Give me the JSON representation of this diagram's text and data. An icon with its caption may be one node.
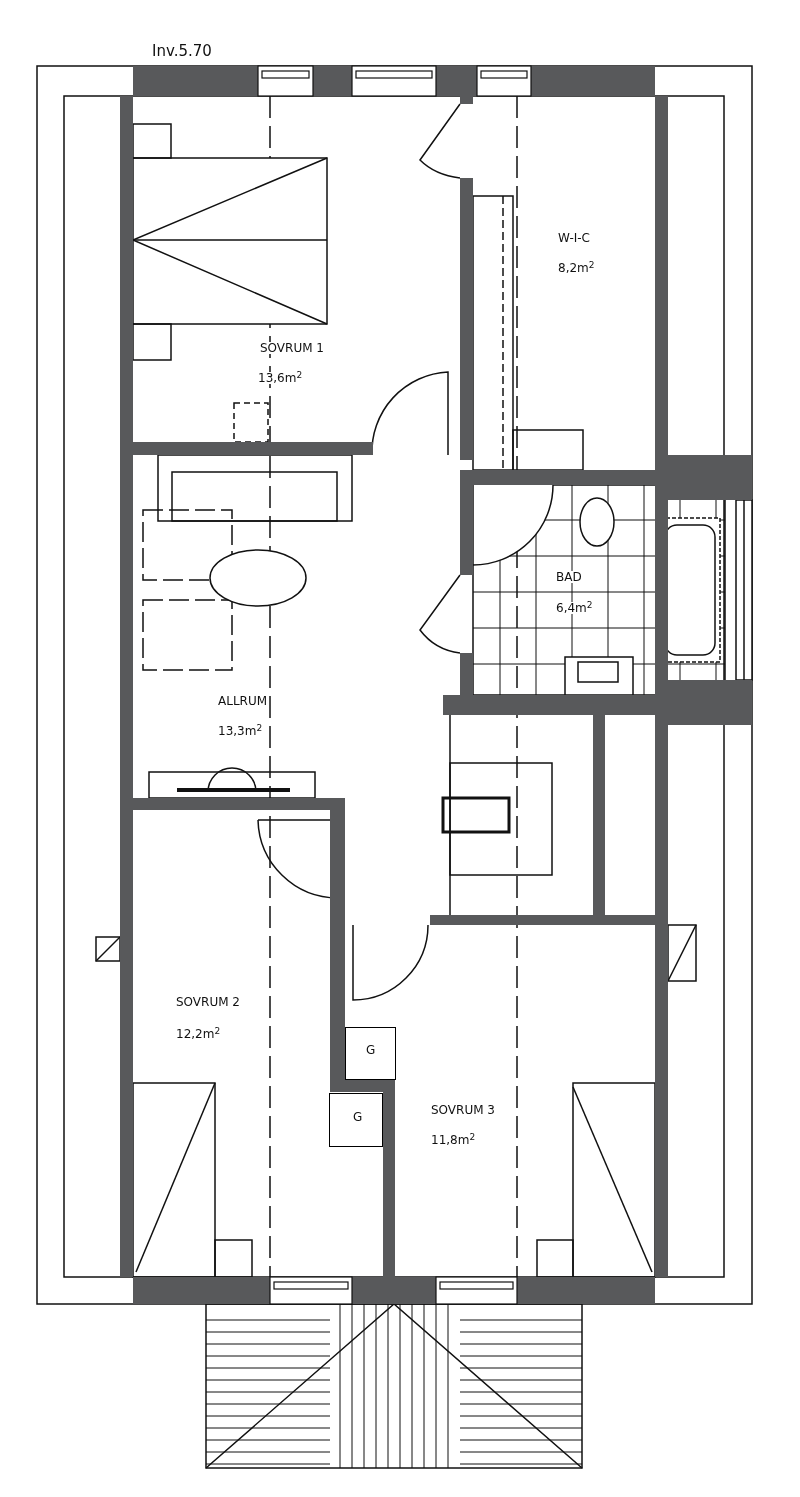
{
  "diagram": {
    "nodes": [
      {
        "text": [
          "SOVRUM 1",
          "13,6m$^{2}$"
        ]
      },
      {
        "text": [
          "W-I-C",
          "8,2m$^{2}$"
        ]
      },
      {
        "text": [
          "BAD",
          "6,4m$^{2}$"
        ]
      },
      {
        "text": [
          "ALLRUM",
          "13,3m$^{2}$"
        ]
      },
      {
        "text": [
          "SOVRUM 2",
          "12,2m$^{2}$"
        ]
      },
      {
        "text": [
          "SOVRUM 3",
          "11,8m$^{2}$"
        ]
      },
      {
        "text": [
          "G"
        ]
      },
      {
        "text": [
          "G"
        ]
      }
    ],
    "edges": [],
    "labels": [
      "Inv.5.70"
    ]
  }
}
